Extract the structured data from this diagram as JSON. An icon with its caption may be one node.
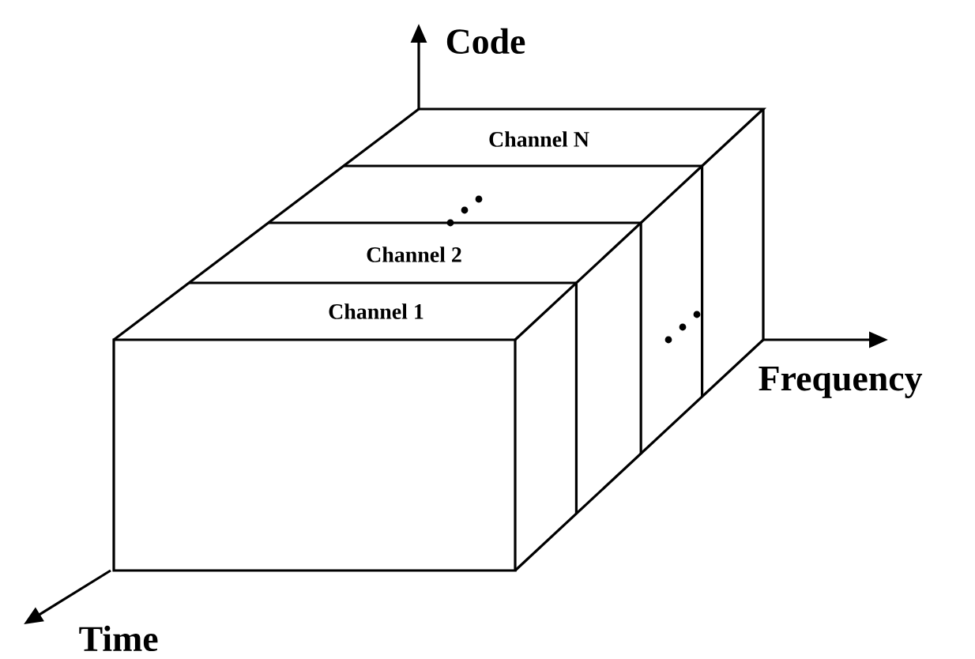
{
  "diagram": {
    "labels": [
      "Code",
      "Channel N",
      "Channel 2",
      "Channel 1",
      "Frequency",
      "Time"
    ]
  }
}
